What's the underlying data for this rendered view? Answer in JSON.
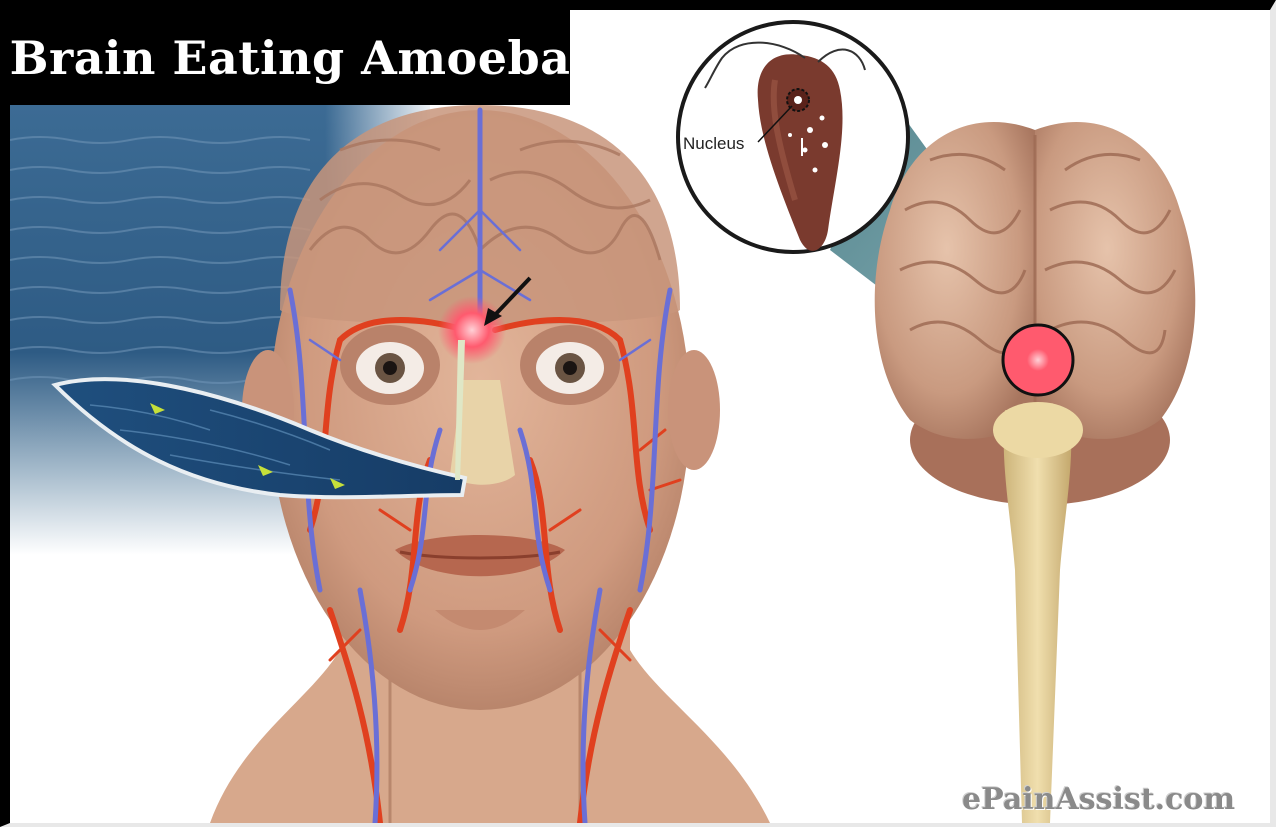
{
  "title": "Brain Eating Amoeba",
  "labels": {
    "nucleus": "Nucleus"
  },
  "watermark": "ePainAssist.com",
  "colors": {
    "title_background": "#000000",
    "title_text": "#ffffff",
    "water": "#2f5f8a",
    "artery": "#e0401f",
    "vein": "#6a6fd6",
    "brain": "#c99a80",
    "spinal_cord": "#e8d49a",
    "infection_highlight": "#ff5a6e",
    "amoeba": "#7a3a2e"
  },
  "icons": [
    "arrow-icon",
    "magnifier-circle",
    "amoeba-illustration",
    "head-illustration",
    "brain-illustration"
  ]
}
